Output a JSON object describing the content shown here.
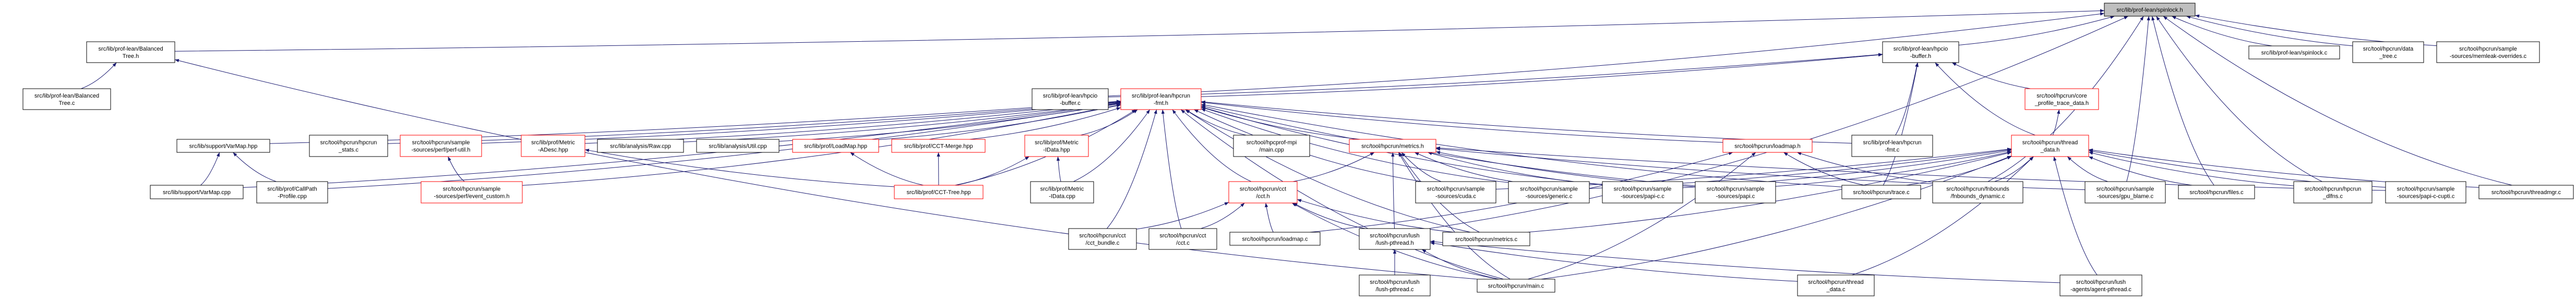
{
  "graph": {
    "edge_color": "#191970",
    "focus_fill": "#bfbfbf",
    "border_colors": {
      "normal": "#000000",
      "truncated": "#ff0000"
    },
    "nodes": [
      {
        "id": "spinlock_h",
        "lines": [
          "src/lib/prof-lean/spinlock.h"
        ],
        "kind": "focus"
      },
      {
        "id": "BalancedTree_h",
        "lines": [
          "src/lib/prof-lean/Balanced",
          "Tree.h"
        ],
        "kind": "normal"
      },
      {
        "id": "BalancedTree_c",
        "lines": [
          "src/lib/prof-lean/Balanced",
          "Tree.c"
        ],
        "kind": "normal"
      },
      {
        "id": "hpcio_buffer_h",
        "lines": [
          "src/lib/prof-lean/hpcio",
          "-buffer.h"
        ],
        "kind": "normal"
      },
      {
        "id": "spinlock_c",
        "lines": [
          "src/lib/prof-lean/spinlock.c"
        ],
        "kind": "normal"
      },
      {
        "id": "data_tree_c",
        "lines": [
          "src/tool/hpcrun/data",
          "_tree.c"
        ],
        "kind": "normal"
      },
      {
        "id": "memleak",
        "lines": [
          "src/tool/hpcrun/sample",
          "-sources/memleak-overrides.c"
        ],
        "kind": "normal"
      },
      {
        "id": "hpcio_buffer_c",
        "lines": [
          "src/lib/prof-lean/hpcio",
          "-buffer.c"
        ],
        "kind": "normal"
      },
      {
        "id": "hpcrun_fmt_h",
        "lines": [
          "src/lib/prof-lean/hpcrun",
          "-fmt.h"
        ],
        "kind": "truncated"
      },
      {
        "id": "core_ptd_h",
        "lines": [
          "src/tool/hpcrun/core",
          "_profile_trace_data.h"
        ],
        "kind": "truncated"
      },
      {
        "id": "VarMap_hpp",
        "lines": [
          "src/lib/support/VarMap.hpp"
        ],
        "kind": "normal"
      },
      {
        "id": "hpcrun_stats",
        "lines": [
          "src/tool/hpcrun/hpcrun",
          "_stats.c"
        ],
        "kind": "normal"
      },
      {
        "id": "perf_util",
        "lines": [
          "src/tool/hpcrun/sample",
          "-sources/perf/perf-util.h"
        ],
        "kind": "truncated"
      },
      {
        "id": "Metric_ADesc",
        "lines": [
          "src/lib/prof/Metric",
          "-ADesc.hpp"
        ],
        "kind": "truncated"
      },
      {
        "id": "Raw",
        "lines": [
          "src/lib/analysis/Raw.cpp"
        ],
        "kind": "normal"
      },
      {
        "id": "Util",
        "lines": [
          "src/lib/analysis/Util.cpp"
        ],
        "kind": "normal"
      },
      {
        "id": "LoadMap_hpp",
        "lines": [
          "src/lib/prof/LoadMap.hpp"
        ],
        "kind": "truncated"
      },
      {
        "id": "CCT_Merge",
        "lines": [
          "src/lib/prof/CCT-Merge.hpp"
        ],
        "kind": "truncated"
      },
      {
        "id": "Metric_IData_hpp",
        "lines": [
          "src/lib/prof/Metric",
          "-IData.hpp"
        ],
        "kind": "truncated"
      },
      {
        "id": "hpcprof_main",
        "lines": [
          "src/tool/hpcprof-mpi",
          "/main.cpp"
        ],
        "kind": "normal"
      },
      {
        "id": "metrics_h",
        "lines": [
          "src/tool/hpcrun/metrics.h"
        ],
        "kind": "truncated"
      },
      {
        "id": "loadmap_h",
        "lines": [
          "src/tool/hpcrun/loadmap.h"
        ],
        "kind": "truncated"
      },
      {
        "id": "hpcrun_fmt_c",
        "lines": [
          "src/lib/prof-lean/hpcrun",
          "-fmt.c"
        ],
        "kind": "normal"
      },
      {
        "id": "thread_data_h",
        "lines": [
          "src/tool/hpcrun/thread",
          "_data.h"
        ],
        "kind": "truncated"
      },
      {
        "id": "VarMap_cpp",
        "lines": [
          "src/lib/support/VarMap.cpp"
        ],
        "kind": "normal"
      },
      {
        "id": "CallPath",
        "lines": [
          "src/lib/prof/CallPath",
          "-Profile.cpp"
        ],
        "kind": "normal"
      },
      {
        "id": "event_custom",
        "lines": [
          "src/tool/hpcrun/sample",
          "-sources/perf/event_custom.h"
        ],
        "kind": "truncated"
      },
      {
        "id": "CCT_Tree",
        "lines": [
          "src/lib/prof/CCT-Tree.hpp"
        ],
        "kind": "truncated"
      },
      {
        "id": "Metric_IData_cpp",
        "lines": [
          "src/lib/prof/Metric",
          "-IData.cpp"
        ],
        "kind": "normal"
      },
      {
        "id": "cct_h",
        "lines": [
          "src/tool/hpcrun/cct",
          "/cct.h"
        ],
        "kind": "truncated"
      },
      {
        "id": "cuda",
        "lines": [
          "src/tool/hpcrun/sample",
          "-sources/cuda.c"
        ],
        "kind": "normal"
      },
      {
        "id": "generic",
        "lines": [
          "src/tool/hpcrun/sample",
          "-sources/generic.c"
        ],
        "kind": "normal"
      },
      {
        "id": "papi_c",
        "lines": [
          "src/tool/hpcrun/sample",
          "-sources/papi-c.c"
        ],
        "kind": "normal"
      },
      {
        "id": "papi",
        "lines": [
          "src/tool/hpcrun/sample",
          "-sources/papi.c"
        ],
        "kind": "normal"
      },
      {
        "id": "trace",
        "lines": [
          "src/tool/hpcrun/trace.c"
        ],
        "kind": "normal"
      },
      {
        "id": "fnbounds",
        "lines": [
          "src/tool/hpcrun/fnbounds",
          "/fnbounds_dynamic.c"
        ],
        "kind": "normal"
      },
      {
        "id": "gpu_blame",
        "lines": [
          "src/tool/hpcrun/sample",
          "-sources/gpu_blame.c"
        ],
        "kind": "normal"
      },
      {
        "id": "files",
        "lines": [
          "src/tool/hpcrun/files.c"
        ],
        "kind": "normal"
      },
      {
        "id": "dlfns",
        "lines": [
          "src/tool/hpcrun/hpcrun",
          "_dlfns.c"
        ],
        "kind": "normal"
      },
      {
        "id": "cupti",
        "lines": [
          "src/tool/hpcrun/sample",
          "-sources/papi-c-cupti.c"
        ],
        "kind": "normal"
      },
      {
        "id": "threadmgr",
        "lines": [
          "src/tool/hpcrun/threadmgr.c"
        ],
        "kind": "normal"
      },
      {
        "id": "cct_bundle",
        "lines": [
          "src/tool/hpcrun/cct",
          "/cct_bundle.c"
        ],
        "kind": "normal"
      },
      {
        "id": "cct_c",
        "lines": [
          "src/tool/hpcrun/cct",
          "/cct.c"
        ],
        "kind": "normal"
      },
      {
        "id": "loadmap_c",
        "lines": [
          "src/tool/hpcrun/loadmap.c"
        ],
        "kind": "normal"
      },
      {
        "id": "lush_pthread_h",
        "lines": [
          "src/tool/hpcrun/lush",
          "/lush-pthread.h"
        ],
        "kind": "normal"
      },
      {
        "id": "metrics_c",
        "lines": [
          "src/tool/hpcrun/metrics.c"
        ],
        "kind": "normal"
      },
      {
        "id": "lush_pthread_c",
        "lines": [
          "src/tool/hpcrun/lush",
          "/lush-pthread.c"
        ],
        "kind": "normal"
      },
      {
        "id": "main_c",
        "lines": [
          "src/tool/hpcrun/main.c"
        ],
        "kind": "normal"
      },
      {
        "id": "thread_data_c",
        "lines": [
          "src/tool/hpcrun/thread",
          "_data.c"
        ],
        "kind": "normal"
      },
      {
        "id": "agent_pthread",
        "lines": [
          "src/tool/hpcrun/lush",
          "-agents/agent-pthread.c"
        ],
        "kind": "normal"
      }
    ],
    "edges": [
      [
        "BalancedTree_h",
        "spinlock_h"
      ],
      [
        "BalancedTree_c",
        "BalancedTree_h"
      ],
      [
        "main_c",
        "BalancedTree_h"
      ],
      [
        "hpcio_buffer_h",
        "spinlock_h"
      ],
      [
        "spinlock_c",
        "spinlock_h"
      ],
      [
        "data_tree_c",
        "spinlock_h"
      ],
      [
        "memleak",
        "spinlock_h"
      ],
      [
        "threadmgr",
        "spinlock_h"
      ],
      [
        "gpu_blame",
        "spinlock_h"
      ],
      [
        "files",
        "spinlock_h"
      ],
      [
        "dlfns",
        "spinlock_h"
      ],
      [
        "fnbounds",
        "spinlock_h"
      ],
      [
        "hpcio_buffer_c",
        "spinlock_h"
      ],
      [
        "lush_pthread_h",
        "spinlock_h"
      ],
      [
        "hpcio_buffer_c",
        "hpcio_buffer_h"
      ],
      [
        "hpcrun_fmt_h",
        "hpcio_buffer_h"
      ],
      [
        "hpcrun_fmt_c",
        "hpcio_buffer_h"
      ],
      [
        "core_ptd_h",
        "hpcio_buffer_h"
      ],
      [
        "thread_data_h",
        "hpcio_buffer_h"
      ],
      [
        "trace",
        "hpcio_buffer_h"
      ],
      [
        "thread_data_h",
        "core_ptd_h"
      ],
      [
        "hpcrun_fmt_c",
        "hpcrun_fmt_h"
      ],
      [
        "VarMap_hpp",
        "hpcrun_fmt_h"
      ],
      [
        "VarMap_cpp",
        "hpcrun_fmt_h"
      ],
      [
        "hpcrun_stats",
        "hpcrun_fmt_h"
      ],
      [
        "perf_util",
        "hpcrun_fmt_h"
      ],
      [
        "event_custom",
        "hpcrun_fmt_h"
      ],
      [
        "Metric_ADesc",
        "hpcrun_fmt_h"
      ],
      [
        "Raw",
        "hpcrun_fmt_h"
      ],
      [
        "Util",
        "hpcrun_fmt_h"
      ],
      [
        "LoadMap_hpp",
        "hpcrun_fmt_h"
      ],
      [
        "CCT_Merge",
        "hpcrun_fmt_h"
      ],
      [
        "CCT_Tree",
        "hpcrun_fmt_h"
      ],
      [
        "Metric_IData_hpp",
        "hpcrun_fmt_h"
      ],
      [
        "Metric_IData_cpp",
        "hpcrun_fmt_h"
      ],
      [
        "cct_bundle",
        "hpcrun_fmt_h"
      ],
      [
        "cct_c",
        "hpcrun_fmt_h"
      ],
      [
        "cct_h",
        "hpcrun_fmt_h"
      ],
      [
        "hpcprof_main",
        "hpcrun_fmt_h"
      ],
      [
        "CallPath",
        "hpcrun_fmt_h"
      ],
      [
        "metrics_h",
        "hpcrun_fmt_h"
      ],
      [
        "loadmap_h",
        "hpcrun_fmt_h"
      ],
      [
        "trace",
        "hpcrun_fmt_h"
      ],
      [
        "cuda",
        "hpcrun_fmt_h"
      ],
      [
        "generic",
        "hpcrun_fmt_h"
      ],
      [
        "papi_c",
        "hpcrun_fmt_h"
      ],
      [
        "papi",
        "hpcrun_fmt_h"
      ],
      [
        "main_c",
        "hpcrun_fmt_h"
      ],
      [
        "metrics_c",
        "hpcrun_fmt_h"
      ],
      [
        "VarMap_cpp",
        "VarMap_hpp"
      ],
      [
        "CallPath",
        "VarMap_hpp"
      ],
      [
        "event_custom",
        "perf_util"
      ],
      [
        "CCT_Tree",
        "Metric_ADesc"
      ],
      [
        "CCT_Tree",
        "LoadMap_hpp"
      ],
      [
        "CCT_Tree",
        "CCT_Merge"
      ],
      [
        "CCT_Tree",
        "Metric_IData_hpp"
      ],
      [
        "Metric_IData_cpp",
        "Metric_IData_hpp"
      ],
      [
        "cct_bundle",
        "cct_h"
      ],
      [
        "cct_c",
        "cct_h"
      ],
      [
        "loadmap_c",
        "cct_h"
      ],
      [
        "lush_pthread_h",
        "cct_h"
      ],
      [
        "metrics_c",
        "cct_h"
      ],
      [
        "main_c",
        "cct_h"
      ],
      [
        "cct_h",
        "metrics_h"
      ],
      [
        "cuda",
        "metrics_h"
      ],
      [
        "generic",
        "metrics_h"
      ],
      [
        "papi_c",
        "metrics_h"
      ],
      [
        "papi",
        "metrics_h"
      ],
      [
        "lush_pthread_h",
        "metrics_h"
      ],
      [
        "metrics_c",
        "metrics_h"
      ],
      [
        "main_c",
        "metrics_h"
      ],
      [
        "gpu_blame",
        "metrics_h"
      ],
      [
        "cupti",
        "metrics_h"
      ],
      [
        "loadmap_c",
        "loadmap_h"
      ],
      [
        "main_c",
        "loadmap_h"
      ],
      [
        "trace",
        "loadmap_h"
      ],
      [
        "fnbounds",
        "loadmap_h"
      ],
      [
        "lush_pthread_c",
        "lush_pthread_h"
      ],
      [
        "main_c",
        "lush_pthread_h"
      ],
      [
        "thread_data_c",
        "lush_pthread_h"
      ],
      [
        "agent_pthread",
        "lush_pthread_h"
      ],
      [
        "cuda",
        "thread_data_h"
      ],
      [
        "generic",
        "thread_data_h"
      ],
      [
        "papi_c",
        "thread_data_h"
      ],
      [
        "papi",
        "thread_data_h"
      ],
      [
        "trace",
        "thread_data_h"
      ],
      [
        "fnbounds",
        "thread_data_h"
      ],
      [
        "gpu_blame",
        "thread_data_h"
      ],
      [
        "files",
        "thread_data_h"
      ],
      [
        "dlfns",
        "thread_data_h"
      ],
      [
        "cupti",
        "thread_data_h"
      ],
      [
        "threadmgr",
        "thread_data_h"
      ],
      [
        "main_c",
        "thread_data_h"
      ],
      [
        "thread_data_c",
        "thread_data_h"
      ],
      [
        "agent_pthread",
        "thread_data_h"
      ],
      [
        "metrics_c",
        "thread_data_h"
      ]
    ]
  }
}
